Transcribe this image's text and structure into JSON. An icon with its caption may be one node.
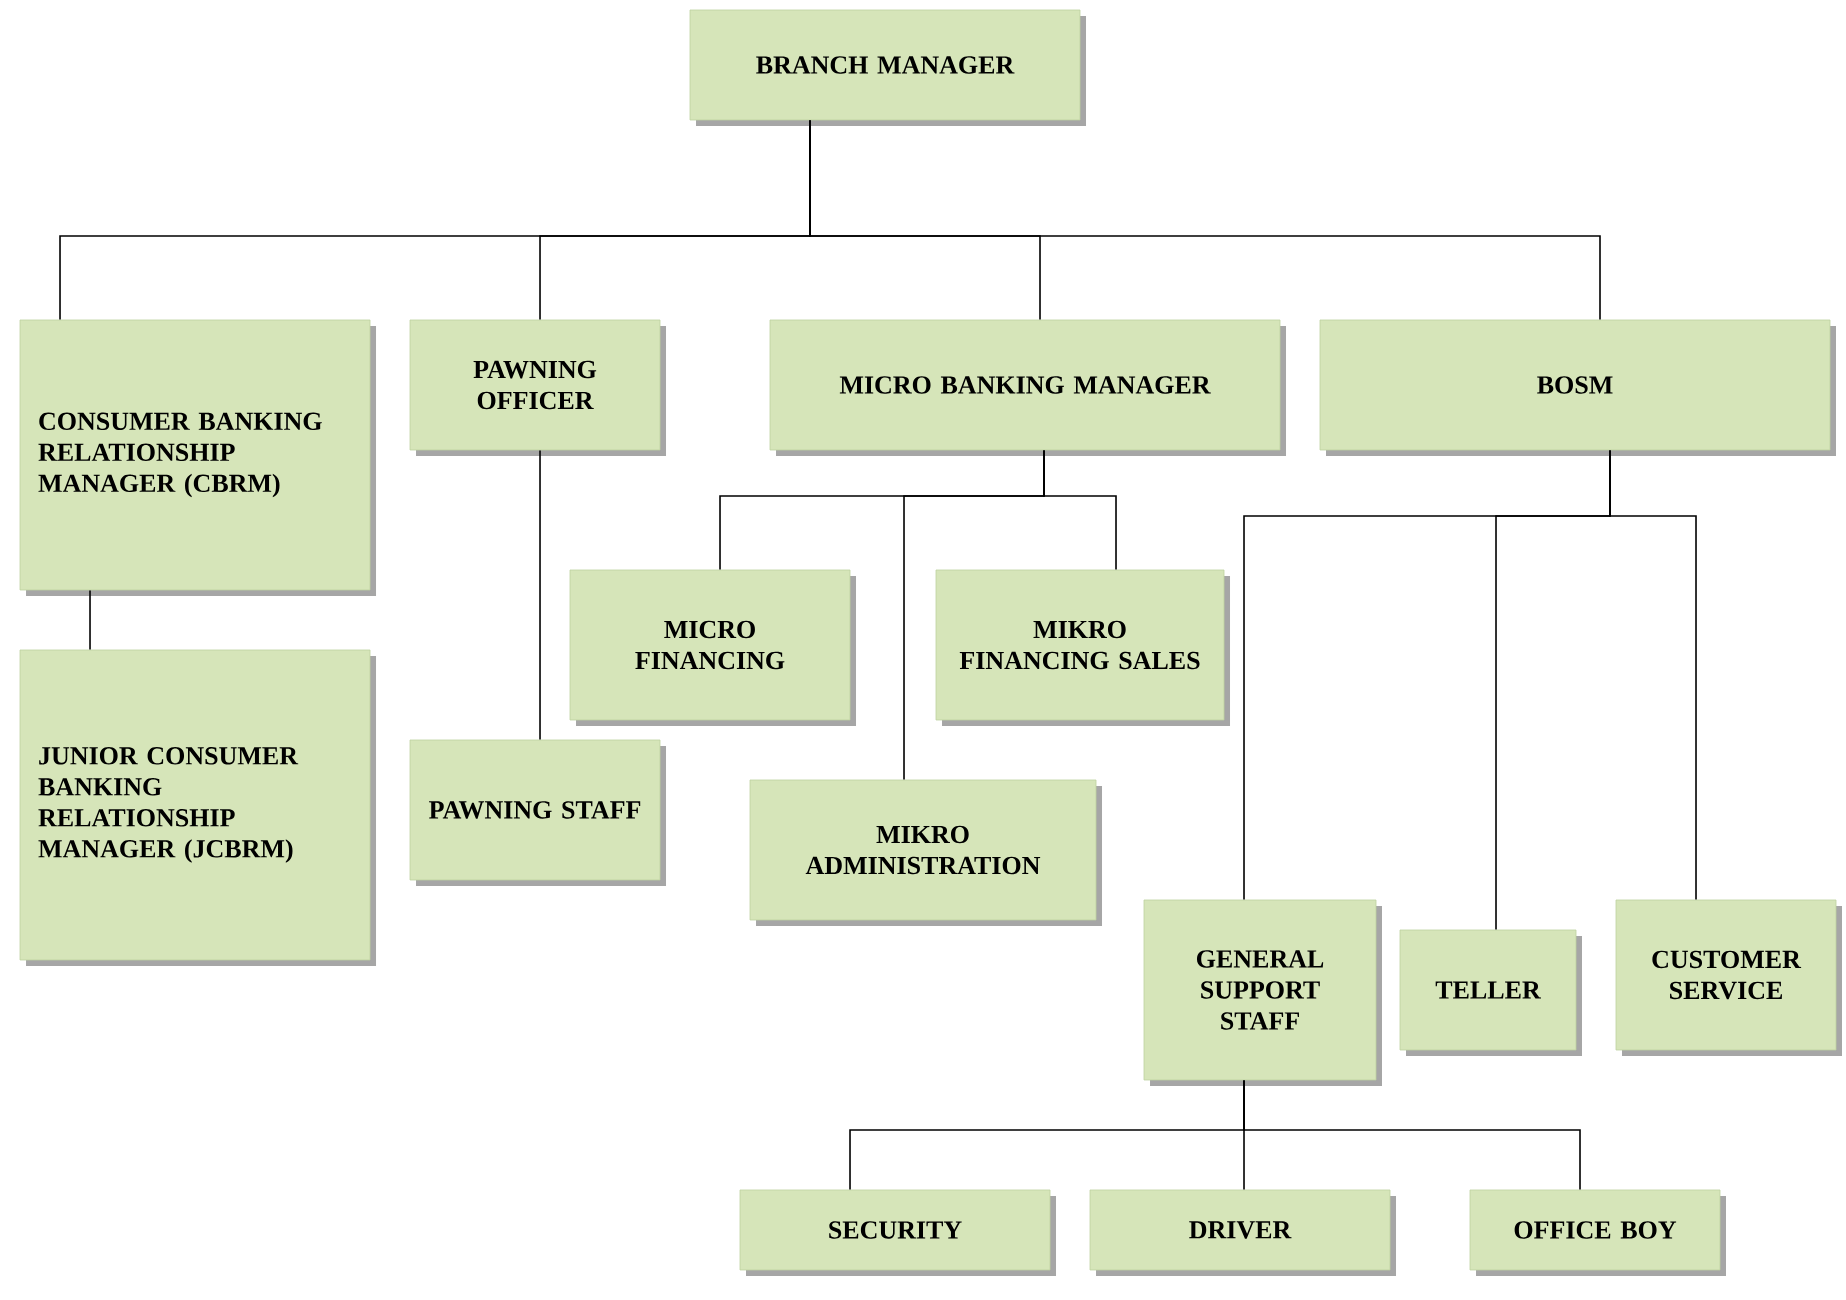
{
  "diagram": {
    "nodes": [
      {
        "text": [
          "BRANCH MANAGER"
        ]
      },
      {
        "text": [
          "CONSUMER BANKING RELATIONSHIP MANAGER (CBRM)"
        ]
      },
      {
        "text": [
          "PAWNING OFFICER"
        ]
      },
      {
        "text": [
          "MICRO BANKING MANAGER"
        ]
      },
      {
        "text": [
          "BOSM"
        ]
      },
      {
        "text": [
          "JUNIOR CONSUMER BANKING RELATIONSHIP MANAGER (JCBRM)"
        ]
      },
      {
        "text": [
          "MICRO FINANCING"
        ]
      },
      {
        "text": [
          "MIKRO FINANCING SALES"
        ]
      },
      {
        "text": [
          "PAWNING STAFF"
        ]
      },
      {
        "text": [
          "MIKRO ADMINISTRATION"
        ]
      },
      {
        "text": [
          "GENERAL SUPPORT STAFF"
        ]
      },
      {
        "text": [
          "TELLER"
        ]
      },
      {
        "text": [
          "CUSTOMER SERVICE"
        ]
      },
      {
        "text": [
          "SECURITY"
        ]
      },
      {
        "text": [
          "DRIVER"
        ]
      },
      {
        "text": [
          "OFFICE BOY"
        ]
      }
    ],
    "edges": [
      {
        "from": 0,
        "to": 1,
        "arrow": "none"
      },
      {
        "from": 0,
        "to": 2,
        "arrow": "none"
      },
      {
        "from": 0,
        "to": 3,
        "arrow": "none"
      },
      {
        "from": 0,
        "to": 4,
        "arrow": "none"
      },
      {
        "from": 1,
        "to": 5,
        "arrow": "none"
      },
      {
        "from": 2,
        "to": 8,
        "arrow": "none"
      },
      {
        "from": 3,
        "to": 6,
        "arrow": "none"
      },
      {
        "from": 3,
        "to": 9,
        "arrow": "none"
      },
      {
        "from": 3,
        "to": 7,
        "arrow": "none"
      },
      {
        "from": 4,
        "to": 10,
        "arrow": "none"
      },
      {
        "from": 4,
        "to": 11,
        "arrow": "none"
      },
      {
        "from": 4,
        "to": 12,
        "arrow": "none"
      },
      {
        "from": 10,
        "to": 13,
        "arrow": "none"
      },
      {
        "from": 10,
        "to": 14,
        "arrow": "none"
      },
      {
        "from": 10,
        "to": 15,
        "arrow": "none"
      }
    ]
  }
}
